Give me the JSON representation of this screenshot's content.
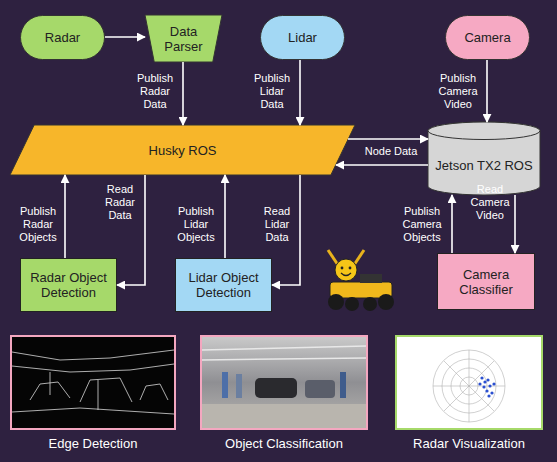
{
  "diagram": {
    "nodes": [
      {
        "text": [
          "Radar"
        ]
      },
      {
        "text": [
          "Data Parser"
        ]
      },
      {
        "text": [
          "Lidar"
        ]
      },
      {
        "text": [
          "Camera"
        ]
      },
      {
        "text": [
          "Husky ROS"
        ]
      },
      {
        "text": [
          "Jetson TX2 ROS"
        ]
      },
      {
        "text": [
          "Radar Object Detection"
        ]
      },
      {
        "text": [
          "Lidar Object Detection"
        ]
      },
      {
        "text": [
          "Camera Classifier"
        ]
      },
      {
        "text": [
          "Edge Detection"
        ]
      },
      {
        "text": [
          "Object Classification"
        ]
      },
      {
        "text": [
          "Radar Visualization"
        ]
      }
    ],
    "edges": [
      {
        "from": 0,
        "to": 1,
        "arrow": "to"
      },
      {
        "from": 1,
        "to": 4,
        "label": "Publish Radar Data",
        "arrow": "to"
      },
      {
        "from": 2,
        "to": 4,
        "label": "Publish Lidar Data",
        "arrow": "to"
      },
      {
        "from": 3,
        "to": 5,
        "label": "Publish Camera Video",
        "arrow": "to"
      },
      {
        "from": 4,
        "to": 5,
        "arrow": "to"
      },
      {
        "from": 5,
        "to": 4,
        "label": "Node Data",
        "arrow": "to"
      },
      {
        "from": 6,
        "to": 4,
        "label": "Publish Radar Objects",
        "arrow": "to"
      },
      {
        "from": 4,
        "to": 6,
        "label": "Read Radar Data",
        "arrow": "to"
      },
      {
        "from": 7,
        "to": 4,
        "label": "Publish Lidar Objects",
        "arrow": "to"
      },
      {
        "from": 4,
        "to": 7,
        "label": "Read Lidar Data",
        "arrow": "to"
      },
      {
        "from": 8,
        "to": 5,
        "label": "Publish Camera Objects",
        "arrow": "to"
      },
      {
        "from": 5,
        "to": 8,
        "label": "Read Camera Video",
        "arrow": "to"
      }
    ]
  }
}
